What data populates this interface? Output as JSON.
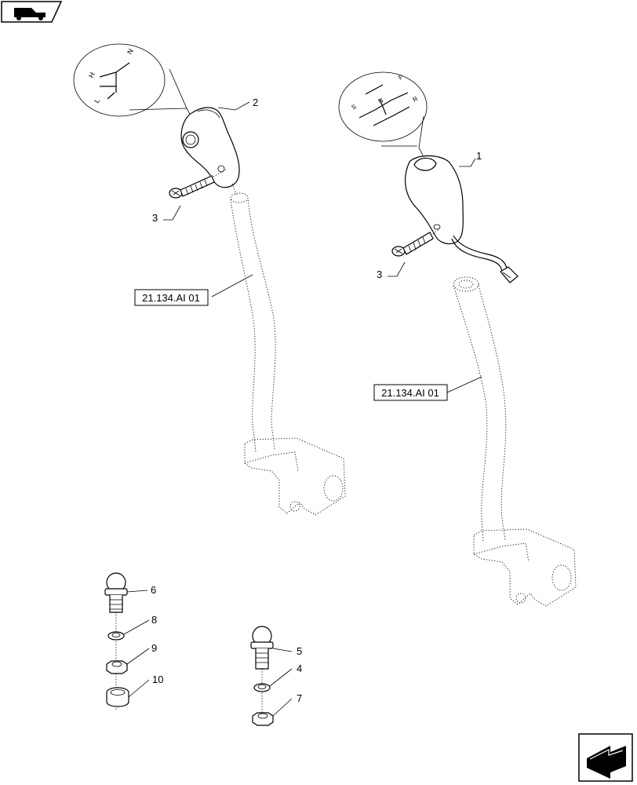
{
  "callouts": [
    "1",
    "2",
    "3",
    "3",
    "4",
    "5",
    "6",
    "7",
    "8",
    "9",
    "10"
  ],
  "references": [
    "21.134.AI 01",
    "21.134.AI 01"
  ],
  "colors": {
    "line": "#000000",
    "background": "#ffffff",
    "shade": "#bdbdbd"
  },
  "icons": [
    "navigation-tractor-icon",
    "next-page-arrow-icon"
  ]
}
